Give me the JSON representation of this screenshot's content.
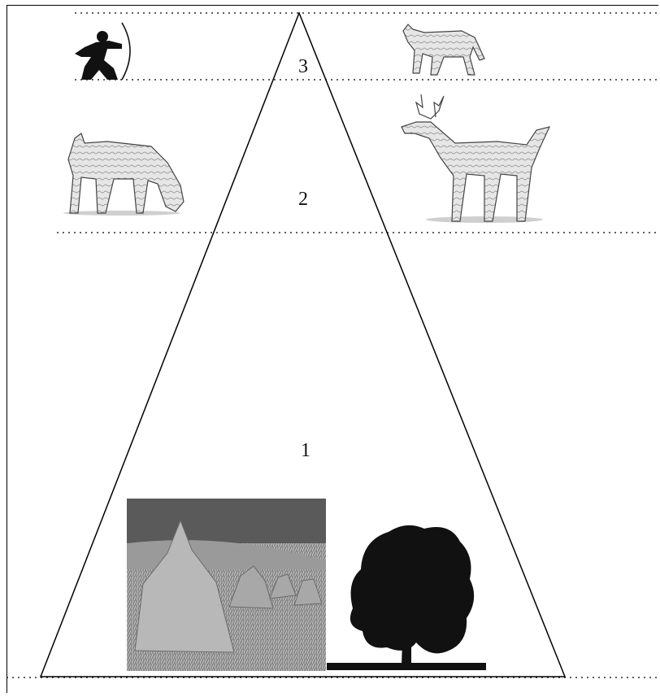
{
  "levels": [
    {
      "number": "3",
      "organisms": [
        "archer-hunter",
        "wolf"
      ]
    },
    {
      "number": "2",
      "organisms": [
        "goat",
        "deer"
      ]
    },
    {
      "number": "1",
      "organisms": [
        "haystacks-grain-field",
        "tree"
      ]
    }
  ]
}
